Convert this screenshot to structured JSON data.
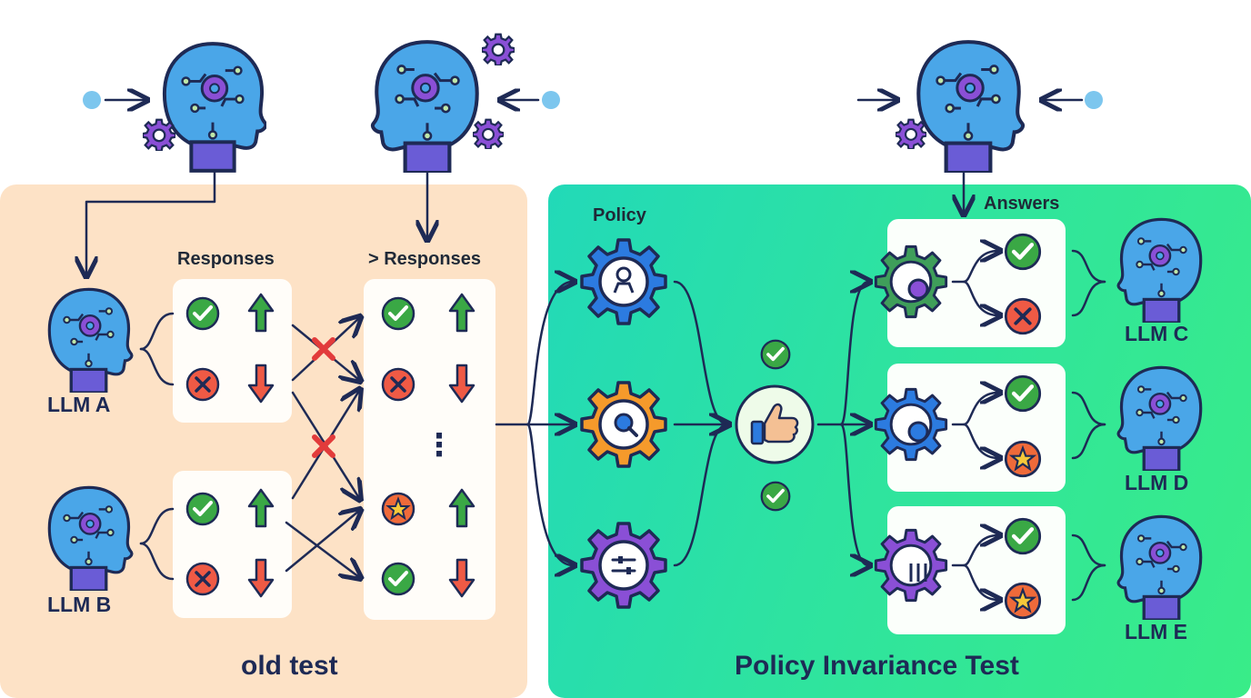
{
  "panels": {
    "old": {
      "title": "old test"
    },
    "policy": {
      "title": "Policy Invariance Test"
    }
  },
  "labels": {
    "responses_left": "Responses",
    "responses_right": "> Responses",
    "policy": "Policy",
    "answers": "Answers",
    "ellipsis": "⋮"
  },
  "models": [
    {
      "label": "LLM A"
    },
    {
      "label": "LLM B"
    },
    {
      "label": "LLM C"
    },
    {
      "label": "LLM D"
    },
    {
      "label": "LLM E"
    }
  ],
  "colors": {
    "old_panel": "#fde2c6",
    "policy_panel": "#2ee3a0",
    "check": "#3aa845",
    "cross": "#ef5a45",
    "star": "#ef6a3a",
    "gear_blue": "#2c7be0",
    "gear_orange": "#f59a2b",
    "gear_purple": "#8a4fd6",
    "gear_green": "#3f9e5a",
    "head_blue": "#4aa6e8",
    "head_purple": "#6a5cd6",
    "wire": "#1e2a55"
  },
  "icons": {
    "model": "brain-head-icon",
    "check": "check-circle-icon",
    "cross": "cross-circle-icon",
    "star": "star-circle-icon",
    "up": "arrow-up-icon",
    "down": "arrow-down-icon",
    "thumb": "thumbs-up-icon",
    "gear": "gear-icon"
  }
}
